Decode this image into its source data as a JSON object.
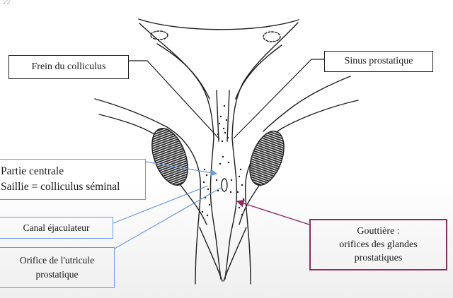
{
  "page_number": "22",
  "labels": {
    "frein": "Frein du colliculus",
    "sinus": "Sinus prostatique",
    "partie_line1": "Partie centrale",
    "partie_line2": "Saillie = colliculus séminal",
    "canal": "Canal éjaculateur",
    "orifice_line1": "Orifice de l'utricule",
    "orifice_line2": "prostatique",
    "gouttiere_line1": "Gouttière :",
    "gouttiere_line2": "orifices des glandes",
    "gouttiere_line3": "prostatiques"
  },
  "colors": {
    "ink": "#1f1f1f",
    "label_blue": "#6e9ad8",
    "label_maroon": "#8c2f5e"
  }
}
